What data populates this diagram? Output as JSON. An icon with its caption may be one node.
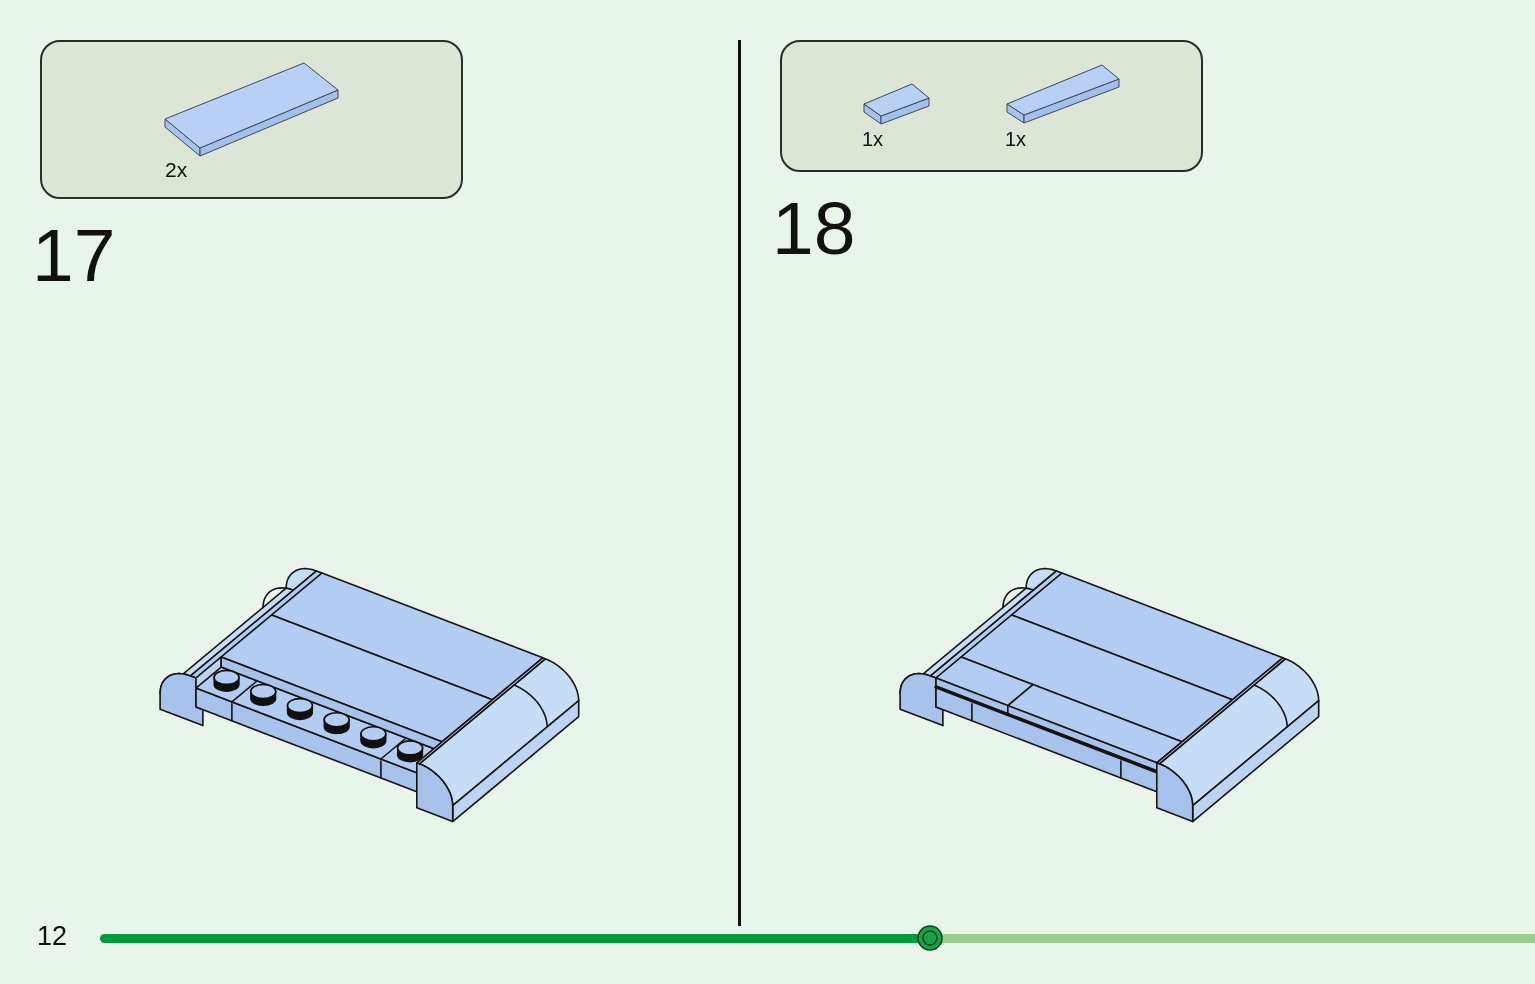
{
  "diagram": {
    "nodes": [
      {
        "text": [
          "2x"
        ]
      },
      {
        "text": [
          "1x",
          "1x"
        ]
      }
    ],
    "labels": [
      "17",
      "18",
      "12"
    ]
  }
}
